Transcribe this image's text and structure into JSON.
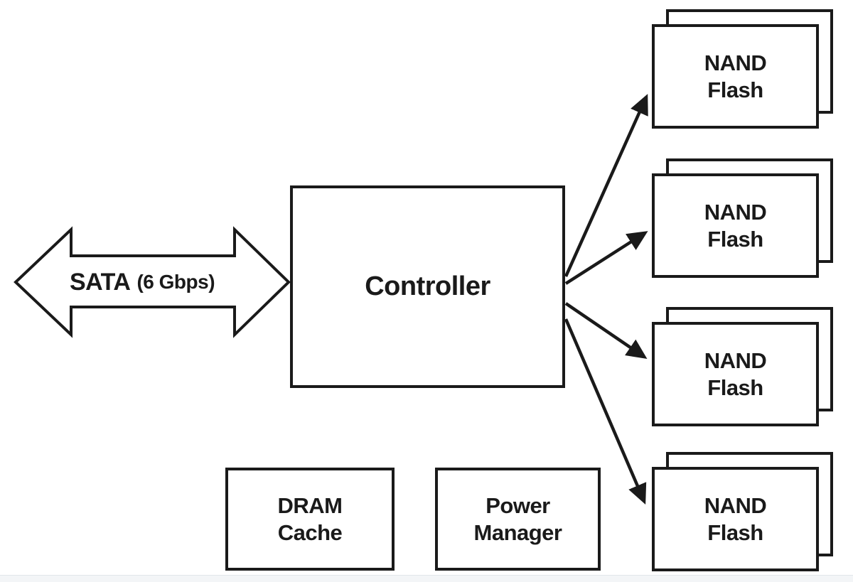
{
  "bus": {
    "name": "SATA",
    "speed": "(6 Gbps)"
  },
  "controller": {
    "label": "Controller"
  },
  "nand_flash": {
    "line1": "NAND",
    "line2": "Flash",
    "count": 4
  },
  "dram_cache": {
    "line1": "DRAM",
    "line2": "Cache"
  },
  "power_manager": {
    "line1": "Power",
    "line2": "Manager"
  },
  "colors": {
    "line": "#1a1a1a",
    "background": "#ffffff"
  }
}
